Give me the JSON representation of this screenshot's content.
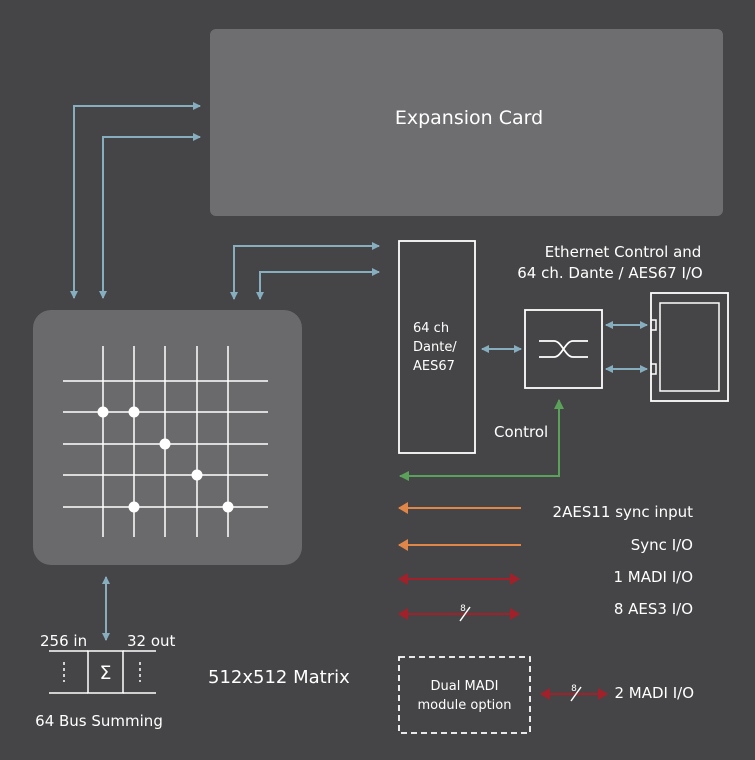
{
  "expansion_card": {
    "label": "Expansion Card"
  },
  "dante_block": {
    "line1": "64 ch",
    "line2": "Dante/",
    "line3": "AES67"
  },
  "ethernet": {
    "line1": "Ethernet Control and",
    "line2": "64 ch. Dante / AES67 I/O"
  },
  "control_label": "Control",
  "signals": [
    {
      "label": "2AES11 sync input"
    },
    {
      "label": "Sync I/O"
    },
    {
      "label": "1 MADI I/O"
    },
    {
      "label": "8 AES3 I/O",
      "bus_width": "8"
    }
  ],
  "matrix": {
    "label": "512x512 Matrix"
  },
  "summing": {
    "in_label": "256 in",
    "out_label": "32 out",
    "symbol": "Σ",
    "caption": "64 Bus Summing"
  },
  "madi_option": {
    "line1": "Dual MADI",
    "line2": "module option",
    "io_label": "2 MADI I/O",
    "bus_width": "8"
  },
  "colors": {
    "background": "#454547",
    "expansion_card": "#6e6e70",
    "matrix_box": "#6a6a6c",
    "blue_arrow": "#86aebf",
    "green_arrow": "#5aa159",
    "orange_arrow": "#e08649",
    "red_arrow": "#a1202a",
    "line_white": "#ffffff"
  }
}
